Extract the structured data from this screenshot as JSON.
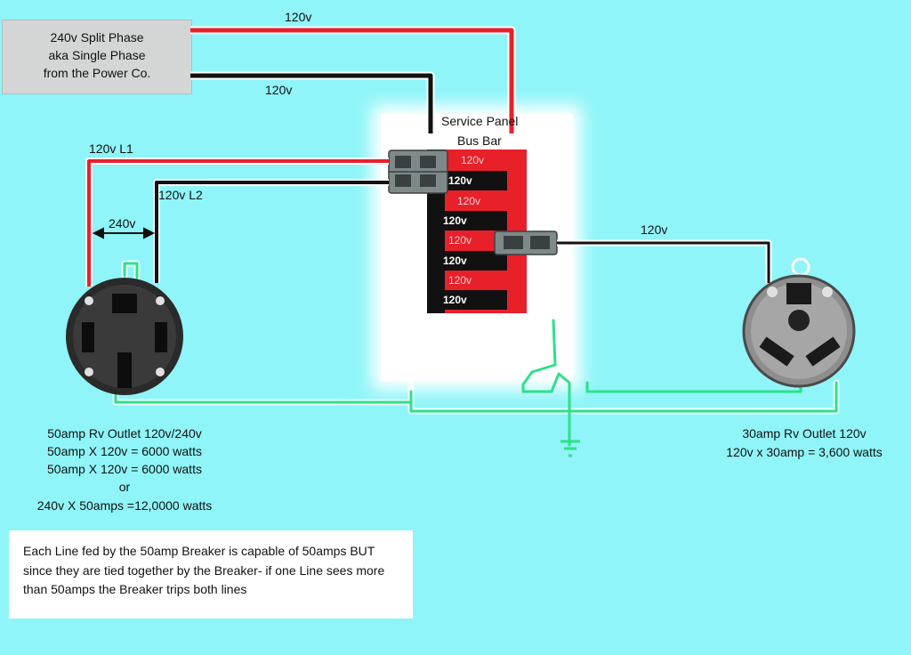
{
  "source_box": {
    "line1": "240v Split Phase",
    "line2": "aka Single Phase",
    "line3": "from the Power Co."
  },
  "wire_labels": {
    "top_red": "120v",
    "top_black": "120v",
    "left_l1": "120v L1",
    "left_l2": "120v L2",
    "span_240": "240v",
    "right_out": "120v"
  },
  "panel": {
    "title_line1": "Service Panel",
    "title_line2": "Bus Bar",
    "bus_labels": [
      "120v",
      "120v",
      "120v",
      "120v",
      "120v",
      "120v",
      "120v",
      "120v"
    ]
  },
  "outlet_50": {
    "line1": "50amp Rv Outlet 120v/240v",
    "line2": "50amp X 120v = 6000 watts",
    "line3": "50amp X 120v = 6000 watts",
    "line4": "or",
    "line5": "240v X 50amps =12,0000 watts"
  },
  "outlet_30": {
    "line1": "30amp Rv Outlet 120v",
    "line2": "120v x 30amp = 3,600 watts"
  },
  "note": {
    "line1": "Each Line fed by the 50amp Breaker is capable of 50amps BUT",
    "line2": "since they are tied together by the Breaker- if one Line sees more",
    "line3": "than 50amps the Breaker trips both lines"
  },
  "colors": {
    "background": "#8ff5f8",
    "hot_red": "#e8202a",
    "hot_black": "#111111",
    "ground": "#2ee08a",
    "panel": "#ffffff"
  }
}
